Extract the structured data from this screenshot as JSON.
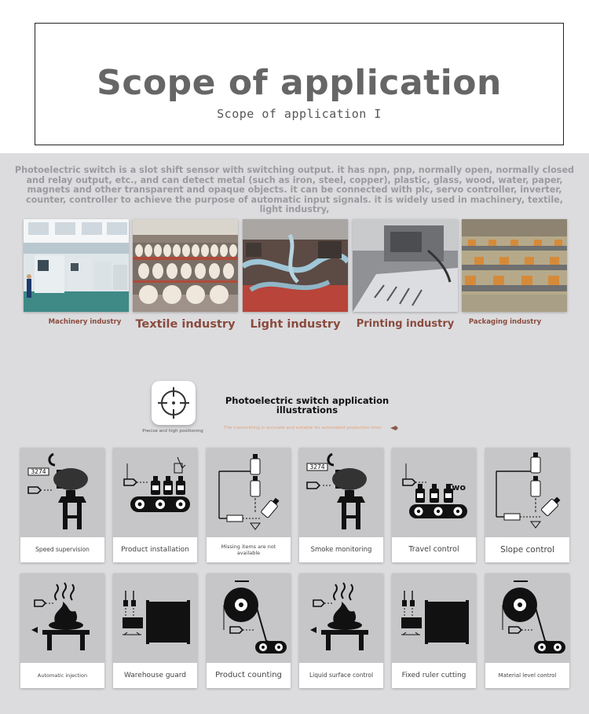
{
  "header": {
    "title": "Scope of application",
    "subtitle": "Scope of application I"
  },
  "description": "Photoelectric switch is a slot shift sensor with switching output. it has npn, pnp, normally open, normally closed and relay output, etc., and can detect metal (such as iron, steel, copper), plastic, glass, wood, water, paper, magnets and other transparent and opaque objects. it can be connected with plc, servo controller, inverter, counter, controller to achieve the purpose of automatic input signals. it is widely used in machinery, textile, light industry,",
  "industries": [
    {
      "label": "Machinery industry"
    },
    {
      "label": "Textile industry"
    },
    {
      "label": "Light industry"
    },
    {
      "label": "Printing industry"
    },
    {
      "label": "Packaging industry"
    }
  ],
  "illustrations": {
    "icon": "target-crosshair-icon",
    "icon_caption": "Precise and high positioning",
    "title": "Photoelectric switch application illustrations",
    "subtitle": "The transmitting is accurate and suitable for automated production lines"
  },
  "applications_row1": [
    {
      "label": "Speed supervision",
      "icon": "grinder-speed-icon",
      "readout": "3274"
    },
    {
      "label": "Product installation",
      "icon": "bottle-conveyor-icon"
    },
    {
      "label": "Missing items are not available",
      "icon": "missing-bottle-icon"
    },
    {
      "label": "Smoke monitoring",
      "icon": "grinder-smoke-icon",
      "readout": "3274"
    },
    {
      "label": "Travel control",
      "icon": "bottle-conveyor-travel-icon",
      "note": "Two"
    },
    {
      "label": "Slope control",
      "icon": "tilted-bottle-icon"
    }
  ],
  "applications_row2": [
    {
      "label": "Automatic injection",
      "icon": "flame-table-icon"
    },
    {
      "label": "Warehouse guard",
      "icon": "warehouse-door-icon"
    },
    {
      "label": "Product counting",
      "icon": "reel-counting-icon"
    },
    {
      "label": "Liquid surface control",
      "icon": "flame-liquid-icon"
    },
    {
      "label": "Fixed ruler cutting",
      "icon": "ruler-cutting-icon"
    },
    {
      "label": "Material level control",
      "icon": "reel-level-icon"
    }
  ],
  "colors": {
    "panel": "#dcdcde",
    "title": "#666666",
    "industry_label": "#8a4b3e",
    "description": "#9a9aa0",
    "accent_sub": "#e4a07a"
  }
}
